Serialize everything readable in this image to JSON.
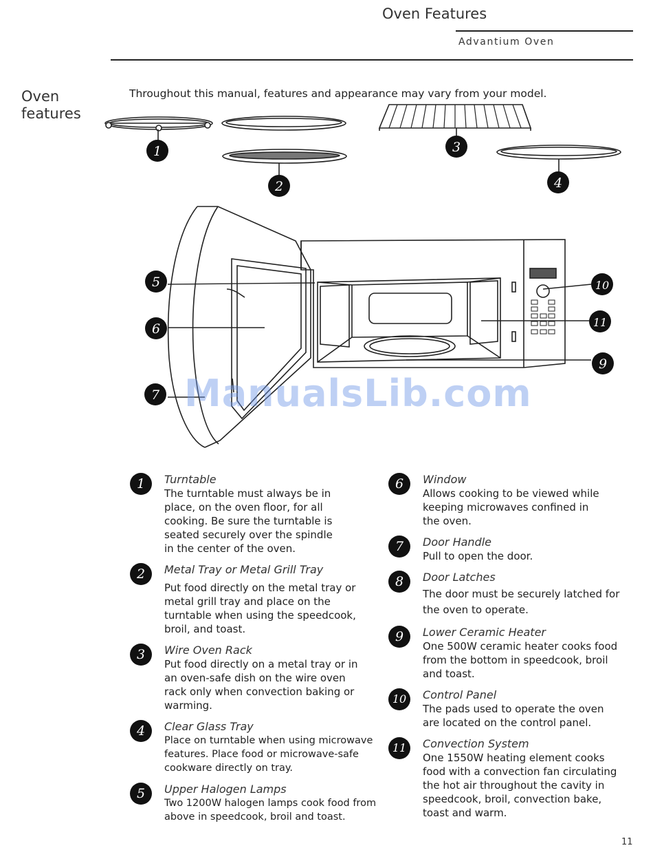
{
  "header": {
    "title": "Oven Features",
    "subtitle": "Advantium Oven"
  },
  "section_title": "Oven features",
  "intro": "Throughout this manual, features and appearance may vary from your model.",
  "figure": {
    "callouts": [
      "1",
      "2",
      "3",
      "4",
      "5",
      "6",
      "7",
      "9",
      "10",
      "11"
    ]
  },
  "watermark": "ManualsLib.com",
  "items": [
    {
      "num": "1",
      "title": "Turntable",
      "desc": "The turntable must always be in place, on the oven floor, for all cooking. Be sure the turntable is seated securely over the spindle in the center of the oven."
    },
    {
      "num": "2",
      "title": "Metal Tray or Metal Grill Tray",
      "desc": "Put food directly on the metal tray or metal grill tray and place on the turntable when using the speedcook, broil, and toast."
    },
    {
      "num": "3",
      "title": "Wire Oven Rack",
      "desc": "Put food directly on a metal tray or in an oven-safe dish on the wire oven rack only when convection baking or warming."
    },
    {
      "num": "4",
      "title": "Clear Glass Tray",
      "desc": "Place on turntable when using microwave features. Place food or microwave-safe cookware directly on tray."
    },
    {
      "num": "5",
      "title": "Upper Halogen Lamps",
      "desc": "Two 1200W halogen lamps cook food from above in speedcook, broil and toast."
    },
    {
      "num": "6",
      "title": "Window",
      "desc": "Allows cooking to be viewed while keeping microwaves confined in the oven."
    },
    {
      "num": "7",
      "title": "Door Handle",
      "desc": "Pull to open the door."
    },
    {
      "num": "8",
      "title": "Door Latches",
      "desc": "The door must be securely latched for the oven to operate."
    },
    {
      "num": "9",
      "title": "Lower Ceramic Heater",
      "desc": "One 500W ceramic heater cooks food from the bottom in speedcook, broil and toast."
    },
    {
      "num": "10",
      "title": "Control Panel",
      "desc": "The pads used to operate the oven are located on the control panel."
    },
    {
      "num": "11",
      "title": "Convection System",
      "desc": "One 1550W heating element cooks food with a convection fan circulating the hot air throughout the cavity in speedcook, broil, convection bake, toast and warm."
    }
  ],
  "page_number": "11"
}
